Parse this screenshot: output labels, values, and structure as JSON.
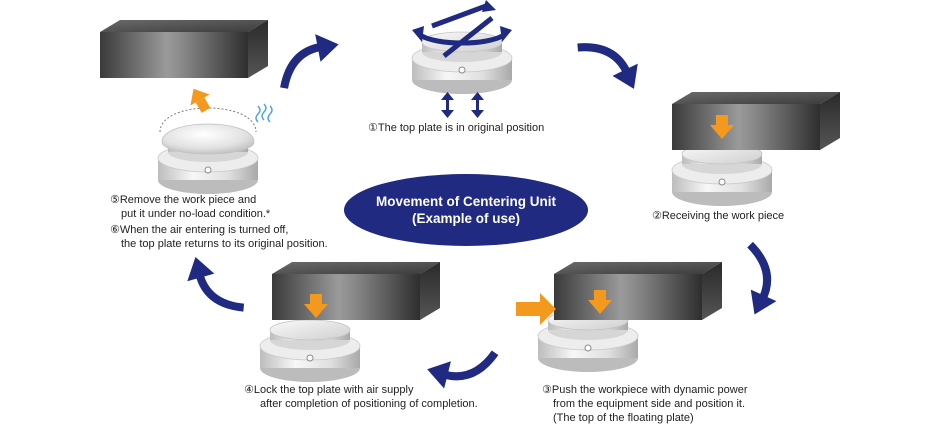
{
  "center": {
    "line1": "Movement of Centering Unit",
    "line2": "(Example of use)"
  },
  "steps": [
    {
      "id": "step-1",
      "lines": [
        "①The top plate is in original position"
      ]
    },
    {
      "id": "step-2",
      "lines": [
        "②Receiving the work piece"
      ]
    },
    {
      "id": "step-3",
      "lines": [
        "③Push the workpiece with dynamic power",
        "from the equipment side and position it.",
        "(The top of the floating plate)"
      ]
    },
    {
      "id": "step-4",
      "lines": [
        "④Lock the top plate with air supply",
        "after completion of  positioning of completion."
      ]
    },
    {
      "id": "step-5",
      "lines": [
        "⑤Remove the work piece and",
        "put it under no-load condition.*"
      ]
    },
    {
      "id": "step-6",
      "lines": [
        "⑥When the air entering is turned off,",
        "the top plate returns to its original position."
      ]
    }
  ],
  "colors": {
    "flow_arrow": "#1f2a80",
    "ellipse": "#1f2a80",
    "push_arrow": "#f39a1e",
    "workpiece": "#4a4a4a",
    "unit": "#e6e6e6"
  }
}
